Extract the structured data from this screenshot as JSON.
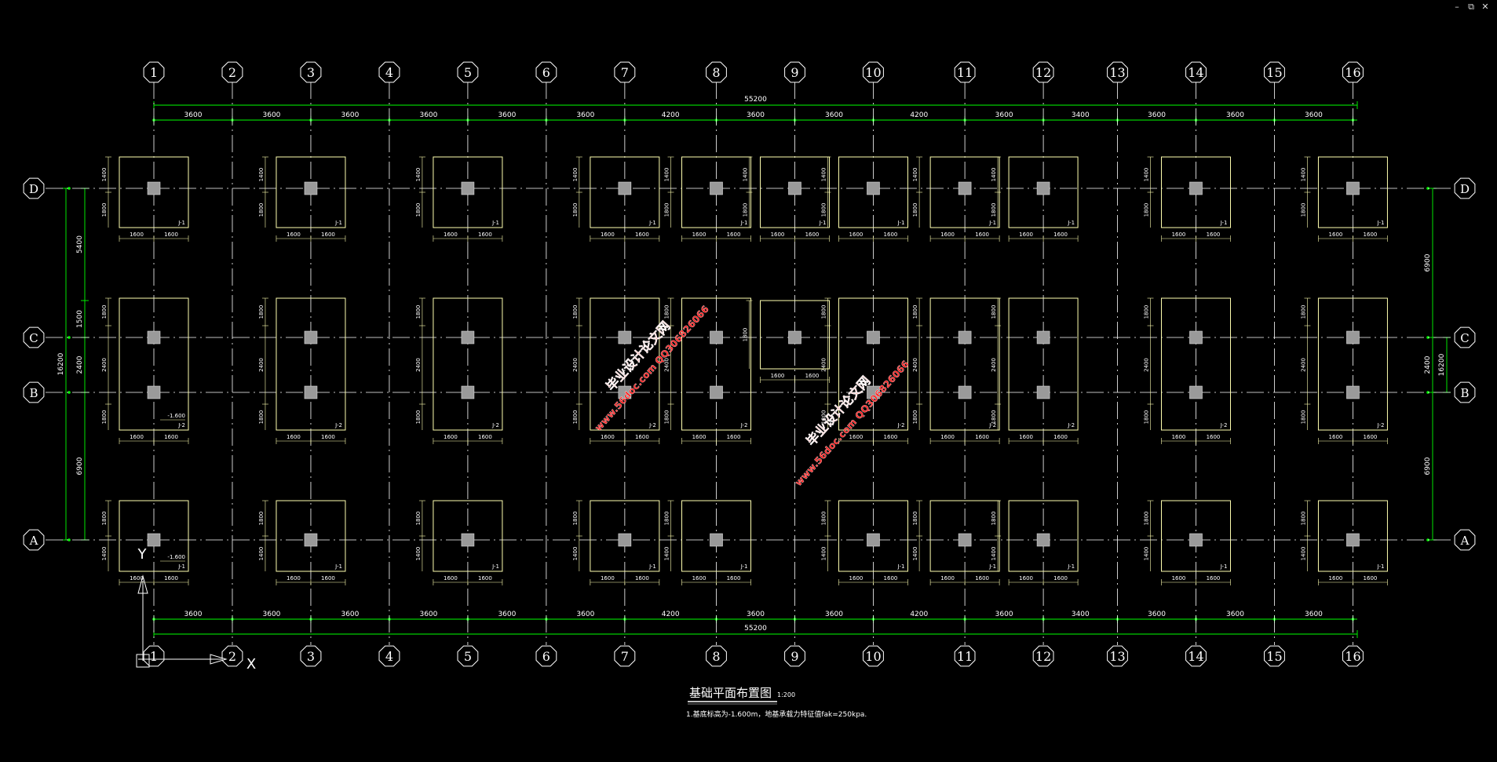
{
  "window_controls": {
    "minimize": "–",
    "restore": "⧉",
    "close": "✕"
  },
  "colors": {
    "background": "#000000",
    "grid": "#ffffff",
    "dimension": "#00ff00",
    "footing": "#ffffb0",
    "column": "#9a9a9a",
    "watermark": "#ff2222"
  },
  "grid_columns": {
    "labels": [
      "1",
      "2",
      "3",
      "4",
      "5",
      "6",
      "7",
      "8",
      "9",
      "10",
      "11",
      "12",
      "13",
      "14",
      "15",
      "16"
    ],
    "spacings_mm": [
      3600,
      3600,
      3600,
      3600,
      3600,
      3600,
      4200,
      3600,
      3600,
      4200,
      3600,
      3400,
      3600,
      3600,
      3600
    ],
    "overall_mm": 55200,
    "overall_label": "55200"
  },
  "grid_rows": {
    "labels": [
      "A",
      "B",
      "C",
      "D"
    ],
    "left_spacings": [
      "6900",
      "2400",
      "1500",
      "5400"
    ],
    "right_spacings": [
      "6900",
      "2400",
      "6900"
    ],
    "overall_label": "16200"
  },
  "column_dims_top": [
    "3600",
    "3600",
    "3600",
    "3600",
    "3600",
    "3600",
    "4200",
    "3600",
    "3600",
    "4200",
    "3600",
    "3400",
    "3600",
    "3600",
    "3600"
  ],
  "column_dims_bottom": [
    "3600",
    "3600",
    "3600",
    "3600",
    "3600",
    "3600",
    "4200",
    "3600",
    "3600",
    "4200",
    "3600",
    "3400",
    "3600",
    "3600",
    "3600"
  ],
  "footing_dims": {
    "half_1400": "1400",
    "half_1600": "1600",
    "half_1800": "1800",
    "depth_1400": "1400",
    "depth_1800": "1800",
    "depth_2400": "2400"
  },
  "footing_tags": {
    "j1": "J-1",
    "j2": "J-2",
    "elevation": "-1.600"
  },
  "ucs": {
    "x_label": "X",
    "y_label": "Y"
  },
  "drawing_title": "基础平面布置图",
  "drawing_scale": "1:200",
  "note": "1.基底标高为-1.600m，地基承载力特征值fak=250kpa.",
  "watermarks": [
    {
      "line1": "毕业设计论文网",
      "line2": "www.56doc.com   QQ306826066"
    },
    {
      "line1": "毕业设计论文网",
      "line2": "www.56doc.com   QQ306826066"
    }
  ]
}
